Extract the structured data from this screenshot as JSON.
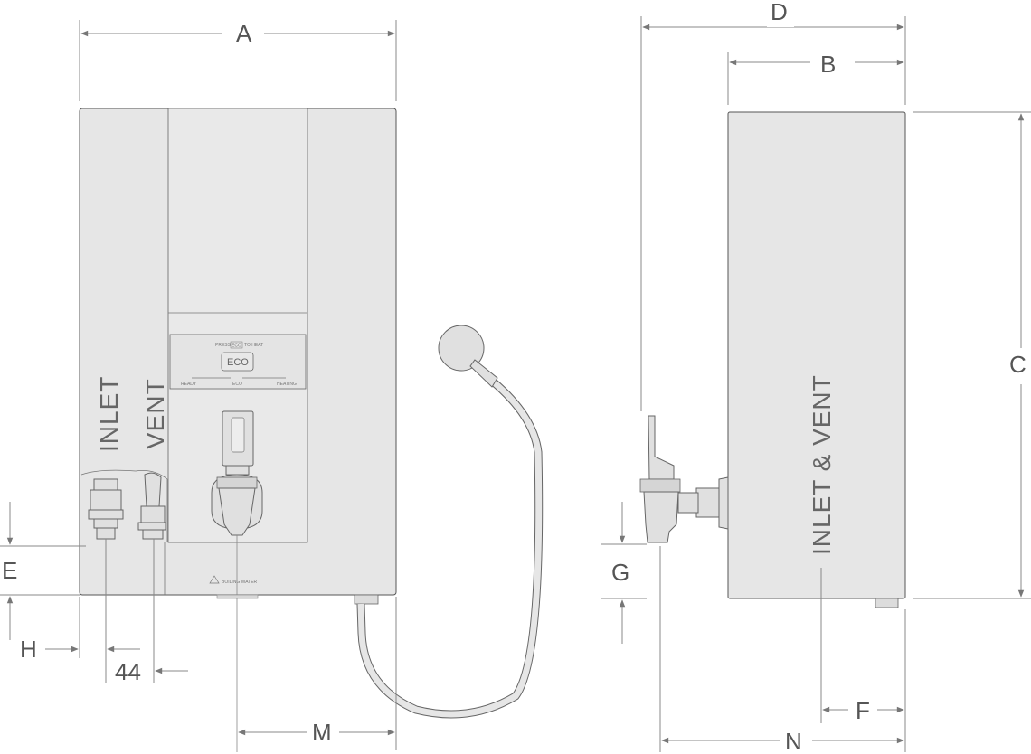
{
  "dimensions": {
    "a": "A",
    "b": "B",
    "c": "C",
    "d": "D",
    "e": "E",
    "f": "F",
    "g": "G",
    "h": "H",
    "m": "M",
    "n": "N",
    "spacing": "44"
  },
  "front_labels": {
    "inlet": "INLET",
    "vent": "VENT",
    "boiling_water": "BOILING WATER"
  },
  "control_panel": {
    "instruction_prefix": "PRESS",
    "instruction_key": "ECO",
    "instruction_suffix": "TO HEAT",
    "button": "ECO",
    "status_ready": "READY",
    "status_eco": "ECO",
    "status_heating": "HEATING"
  },
  "side_labels": {
    "inlet_vent": "INLET & VENT"
  }
}
